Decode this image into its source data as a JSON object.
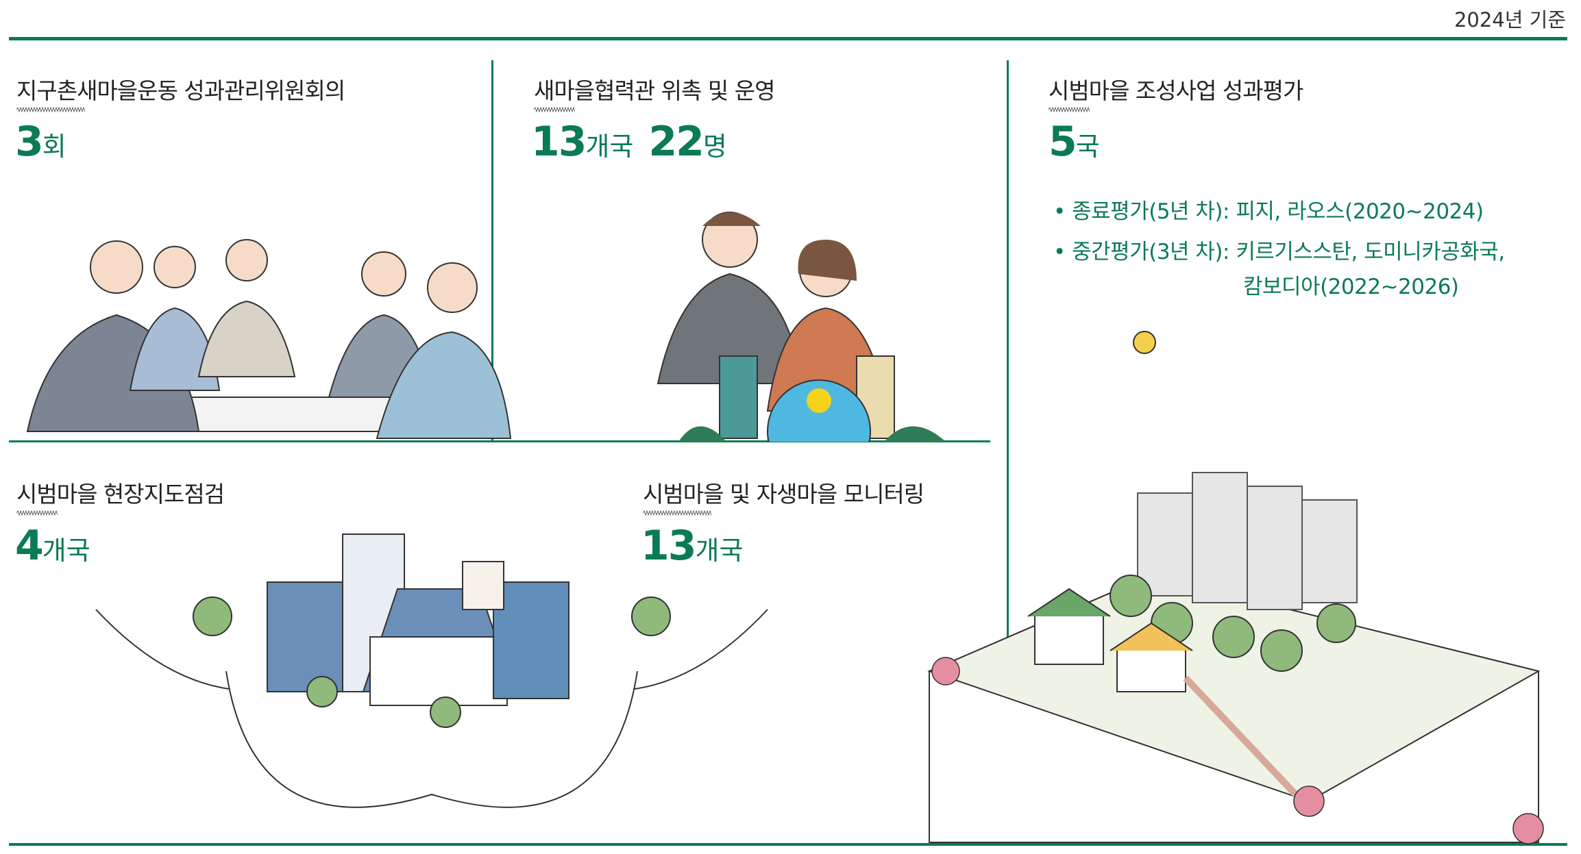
{
  "basis": "2024년 기준",
  "colors": {
    "accent": "#0b7a56"
  },
  "panels": [
    {
      "title": "지구촌새마을운동 성과관리위원회의",
      "values": [
        {
          "n": "3",
          "u": "회"
        }
      ]
    },
    {
      "title": "새마을협력관 위촉 및 운영",
      "values": [
        {
          "n": "13",
          "u": "개국"
        },
        {
          "n": "22",
          "u": "명"
        }
      ]
    },
    {
      "title": "시범마을 조성사업 성과평가",
      "values": [
        {
          "n": "5",
          "u": "국"
        }
      ],
      "bullets": [
        "• 종료평가(5년 차): 피지, 라오스(2020~2024)",
        "• 중간평가(3년 차): 키르기스스탄, 도미니카공화국,",
        "캄보디아(2022~2026)"
      ]
    },
    {
      "title": "시범마을 현장지도점검",
      "values": [
        {
          "n": "4",
          "u": "개국"
        }
      ]
    },
    {
      "title": "시범마을 및 자생마을 모니터링",
      "values": [
        {
          "n": "13",
          "u": "개국"
        }
      ]
    }
  ]
}
